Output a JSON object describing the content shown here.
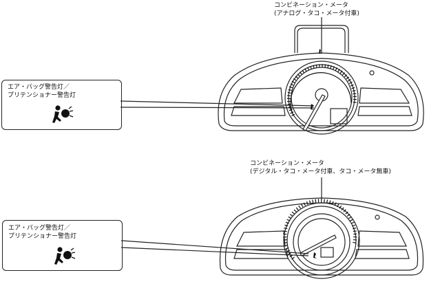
{
  "diagram1": {
    "title_line1": "コンビネーション・メータ",
    "title_line2": "(アナログ・タコ・メータ付車)",
    "callout_line1": "エア・バッグ警告灯／",
    "callout_line2": "プリテンショナー警告灯",
    "icon": "airbag-warning-icon"
  },
  "diagram2": {
    "title_line1": "コンビネーション・メータ",
    "title_line2": "(デジタル・タコ・メータ付車、タコ・メータ無車)",
    "callout_line1": "エア・バッグ警告灯／",
    "callout_line2": "プリテンショナー警告灯",
    "icon": "airbag-warning-icon"
  },
  "colors": {
    "line": "#222222",
    "background": "#ffffff"
  }
}
